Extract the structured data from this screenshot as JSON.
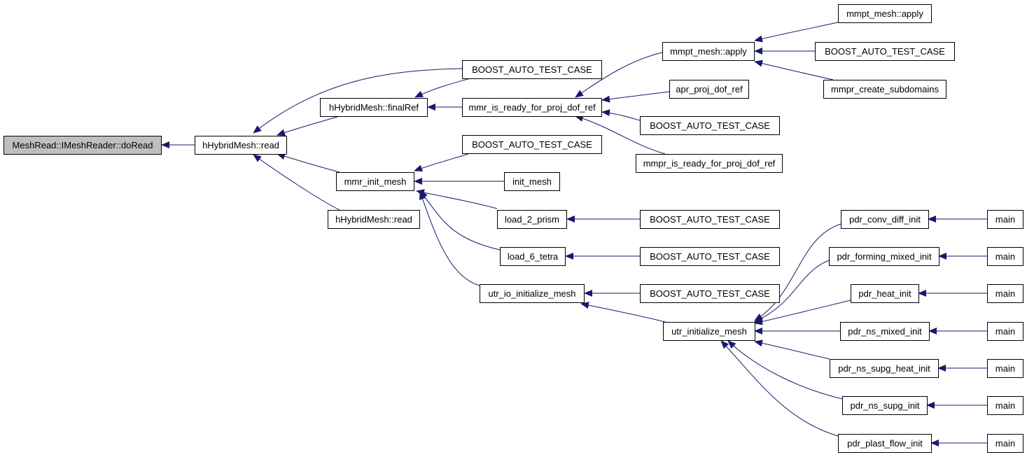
{
  "graph": {
    "edge_color": "#191970",
    "root_fill": "#bfbfbf",
    "nodes": [
      {
        "id": "n0",
        "label": "MeshRead::IMeshReader::doRead",
        "root": true
      },
      {
        "id": "n1",
        "label": "hHybridMesh::read"
      },
      {
        "id": "n2",
        "label": "BOOST_AUTO_TEST_CASE"
      },
      {
        "id": "n3",
        "label": "hHybridMesh::finalRef"
      },
      {
        "id": "n4",
        "label": "mmr_init_mesh"
      },
      {
        "id": "n5",
        "label": "hHybridMesh::read"
      },
      {
        "id": "n6",
        "label": "mmr_is_ready_for_proj_dof_ref"
      },
      {
        "id": "n7",
        "label": "mmpt_mesh::apply"
      },
      {
        "id": "n8",
        "label": "mmpt_mesh::apply"
      },
      {
        "id": "n9",
        "label": "BOOST_AUTO_TEST_CASE"
      },
      {
        "id": "n10",
        "label": "mmpr_create_subdomains"
      },
      {
        "id": "n11",
        "label": "apr_proj_dof_ref"
      },
      {
        "id": "n12",
        "label": "BOOST_AUTO_TEST_CASE"
      },
      {
        "id": "n13",
        "label": "mmpr_is_ready_for_proj_dof_ref"
      },
      {
        "id": "n14",
        "label": "BOOST_AUTO_TEST_CASE"
      },
      {
        "id": "n15",
        "label": "init_mesh"
      },
      {
        "id": "n16",
        "label": "load_2_prism"
      },
      {
        "id": "n17",
        "label": "BOOST_AUTO_TEST_CASE"
      },
      {
        "id": "n18",
        "label": "load_6_tetra"
      },
      {
        "id": "n19",
        "label": "BOOST_AUTO_TEST_CASE"
      },
      {
        "id": "n20",
        "label": "utr_io_initialize_mesh"
      },
      {
        "id": "n21",
        "label": "BOOST_AUTO_TEST_CASE"
      },
      {
        "id": "n22",
        "label": "utr_initialize_mesh"
      },
      {
        "id": "n23",
        "label": "pdr_conv_diff_init"
      },
      {
        "id": "n24",
        "label": "main"
      },
      {
        "id": "n25",
        "label": "pdr_forming_mixed_init"
      },
      {
        "id": "n26",
        "label": "main"
      },
      {
        "id": "n27",
        "label": "pdr_heat_init"
      },
      {
        "id": "n28",
        "label": "main"
      },
      {
        "id": "n29",
        "label": "pdr_ns_mixed_init"
      },
      {
        "id": "n30",
        "label": "main"
      },
      {
        "id": "n31",
        "label": "pdr_ns_supg_heat_init"
      },
      {
        "id": "n32",
        "label": "main"
      },
      {
        "id": "n33",
        "label": "pdr_ns_supg_init"
      },
      {
        "id": "n34",
        "label": "main"
      },
      {
        "id": "n35",
        "label": "pdr_plast_flow_init"
      },
      {
        "id": "n36",
        "label": "main"
      }
    ],
    "edges": [
      {
        "from": "n1",
        "to": "n0"
      },
      {
        "from": "n2",
        "to": "n1"
      },
      {
        "from": "n3",
        "to": "n1"
      },
      {
        "from": "n4",
        "to": "n1"
      },
      {
        "from": "n5",
        "to": "n1"
      },
      {
        "from": "n2",
        "to": "n3"
      },
      {
        "from": "n6",
        "to": "n3"
      },
      {
        "from": "n7",
        "to": "n6"
      },
      {
        "from": "n11",
        "to": "n6"
      },
      {
        "from": "n12",
        "to": "n6"
      },
      {
        "from": "n13",
        "to": "n6"
      },
      {
        "from": "n8",
        "to": "n7"
      },
      {
        "from": "n9",
        "to": "n7"
      },
      {
        "from": "n10",
        "to": "n7"
      },
      {
        "from": "n14",
        "to": "n4"
      },
      {
        "from": "n15",
        "to": "n4"
      },
      {
        "from": "n16",
        "to": "n4"
      },
      {
        "from": "n18",
        "to": "n4"
      },
      {
        "from": "n20",
        "to": "n4"
      },
      {
        "from": "n17",
        "to": "n16"
      },
      {
        "from": "n19",
        "to": "n18"
      },
      {
        "from": "n21",
        "to": "n20"
      },
      {
        "from": "n22",
        "to": "n20"
      },
      {
        "from": "n23",
        "to": "n22"
      },
      {
        "from": "n25",
        "to": "n22"
      },
      {
        "from": "n27",
        "to": "n22"
      },
      {
        "from": "n29",
        "to": "n22"
      },
      {
        "from": "n31",
        "to": "n22"
      },
      {
        "from": "n33",
        "to": "n22"
      },
      {
        "from": "n35",
        "to": "n22"
      },
      {
        "from": "n24",
        "to": "n23"
      },
      {
        "from": "n26",
        "to": "n25"
      },
      {
        "from": "n28",
        "to": "n27"
      },
      {
        "from": "n30",
        "to": "n29"
      },
      {
        "from": "n32",
        "to": "n31"
      },
      {
        "from": "n34",
        "to": "n33"
      },
      {
        "from": "n36",
        "to": "n35"
      }
    ]
  }
}
